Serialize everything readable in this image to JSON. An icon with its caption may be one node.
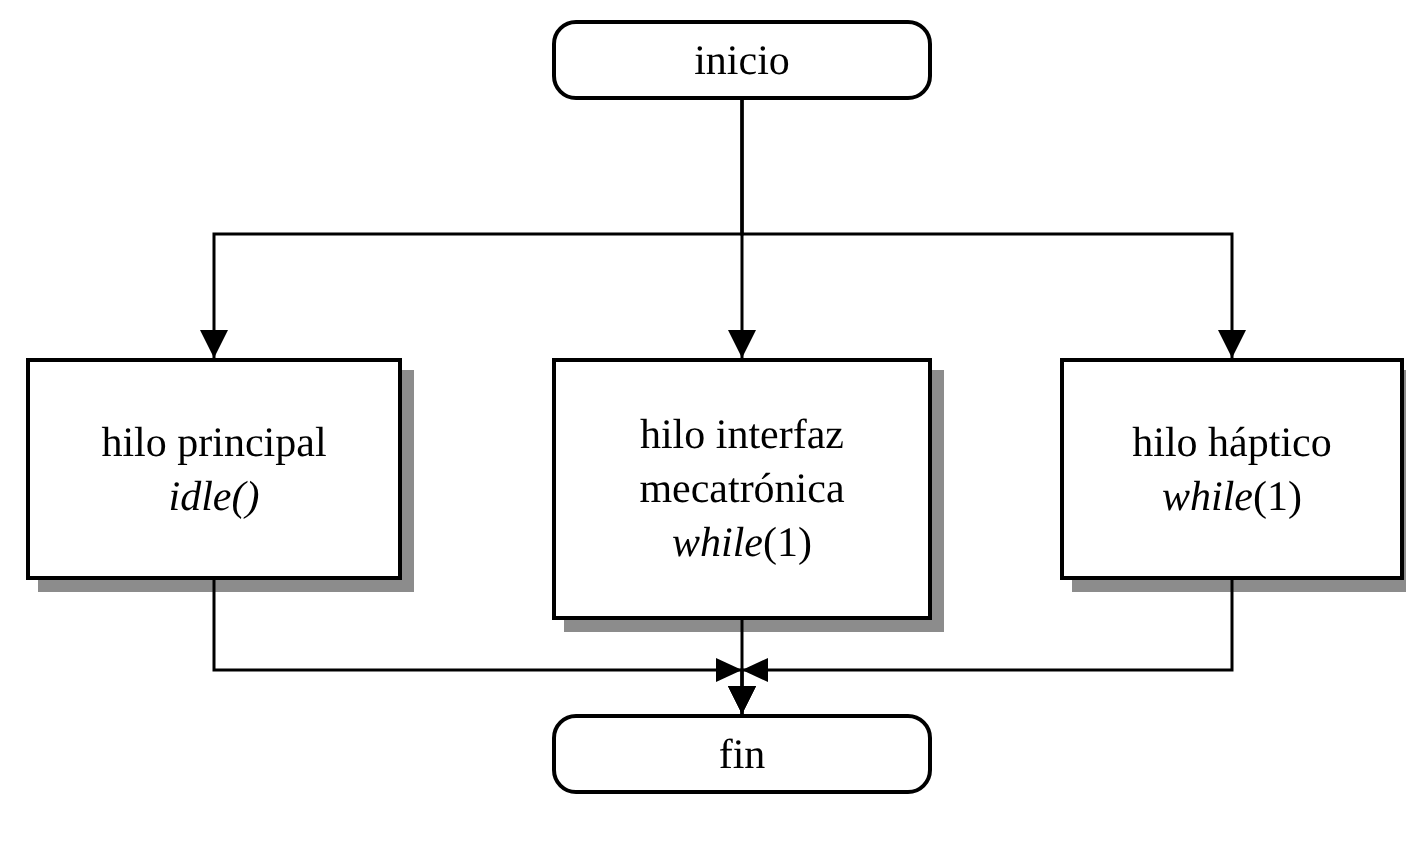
{
  "diagram": {
    "nodes": [
      {
        "text": [
          "inicio"
        ]
      },
      {
        "text": [
          "hilo principal",
          "*idle()*"
        ]
      },
      {
        "text": [
          "hilo interfaz mecatrónica",
          "*while*(1)"
        ]
      },
      {
        "text": [
          "hilo háptico",
          "*while*(1)"
        ]
      },
      {
        "text": [
          "fin"
        ]
      }
    ],
    "edges": [
      {
        "from": 0,
        "to": 1,
        "arrow": "to"
      },
      {
        "from": 0,
        "to": 2,
        "arrow": "to"
      },
      {
        "from": 0,
        "to": 3,
        "arrow": "to"
      },
      {
        "from": 1,
        "to": 4,
        "arrow": "to"
      },
      {
        "from": 2,
        "to": 4,
        "arrow": "to"
      },
      {
        "from": 3,
        "to": 4,
        "arrow": "to"
      }
    ]
  }
}
